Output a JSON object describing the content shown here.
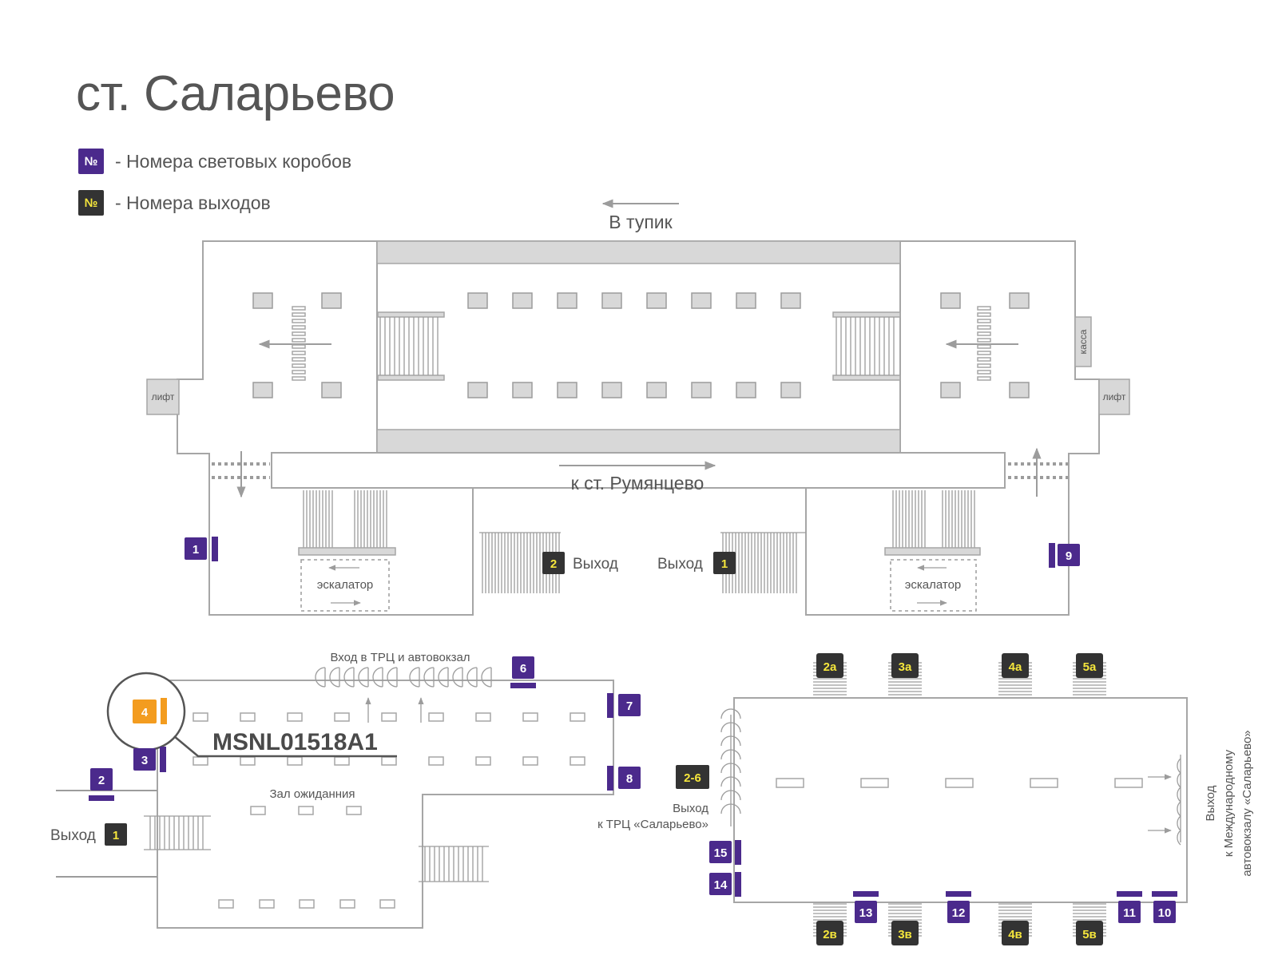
{
  "title": "ст. Саларьево",
  "legend": [
    {
      "symbol": "№",
      "text": "- Номера световых коробов",
      "bg": "#4b2a8c",
      "fg": "#ffffff"
    },
    {
      "symbol": "№",
      "text": "- Номера выходов",
      "bg": "#333333",
      "fg": "#f5e63c"
    }
  ],
  "colors": {
    "lightbox": "#4b2a8c",
    "exit_bg": "#333333",
    "exit_fg": "#f5e63c",
    "highlight": "#f39c1f",
    "plan_stroke": "#a6a6a6",
    "plan_fill_gray": "#d8d8d8"
  },
  "upper_level": {
    "direction_top": "В тупик",
    "direction_bottom": "к ст. Румянцево",
    "lift_left": "лифт",
    "lift_right": "лифт",
    "cashier": "касса",
    "escalator_left": "эскалатор",
    "escalator_right": "эскалатор",
    "exit_word": "Выход",
    "exit_left": "2",
    "exit_right": "1"
  },
  "lower_left": {
    "entrance_label": "Вход в ТРЦ и автовокзал",
    "hall_label": "Зал ожиданния",
    "exit_word": "Выход",
    "exit_number": "1",
    "highlight_box": "4",
    "highlight_code": "MSNL01518A1"
  },
  "lower_right": {
    "exit_label_1": "Выход",
    "exit_label_2": "к ТРЦ «Саларьево»",
    "exit_range": "2-6",
    "side_exit_1": "Выход",
    "side_exit_2": "к Международному",
    "side_exit_3": "автовокзалу «Саларьево»",
    "exits_top": [
      "2а",
      "3а",
      "4а",
      "5а"
    ],
    "exits_bottom": [
      "2в",
      "3в",
      "4в",
      "5в"
    ]
  },
  "lightboxes": [
    "1",
    "2",
    "3",
    "6",
    "7",
    "8",
    "9",
    "10",
    "11",
    "12",
    "13",
    "14",
    "15"
  ]
}
